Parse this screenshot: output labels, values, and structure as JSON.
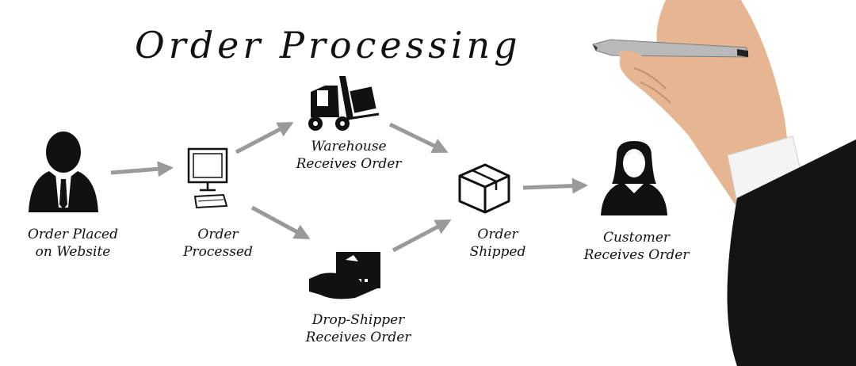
{
  "title": "Order Processing",
  "nodes": {
    "order_placed": {
      "line1": "Order Placed",
      "line2": "on Website",
      "icon": "businessman-icon"
    },
    "order_processed": {
      "line1": "Order",
      "line2": "Processed",
      "icon": "computer-icon"
    },
    "warehouse": {
      "line1": "Warehouse",
      "line2": "Receives Order",
      "icon": "forklift-icon"
    },
    "dropshipper": {
      "line1": "Drop-Shipper",
      "line2": "Receives Order",
      "icon": "hand-package-icon"
    },
    "order_shipped": {
      "line1": "Order",
      "line2": "Shipped",
      "icon": "box-icon"
    },
    "customer": {
      "line1": "Customer",
      "line2": "Receives Order",
      "icon": "woman-icon"
    }
  },
  "colors": {
    "arrow": "#9a9a9a",
    "ink": "#111111",
    "suit": "#141414",
    "skin": "#e6b592"
  }
}
